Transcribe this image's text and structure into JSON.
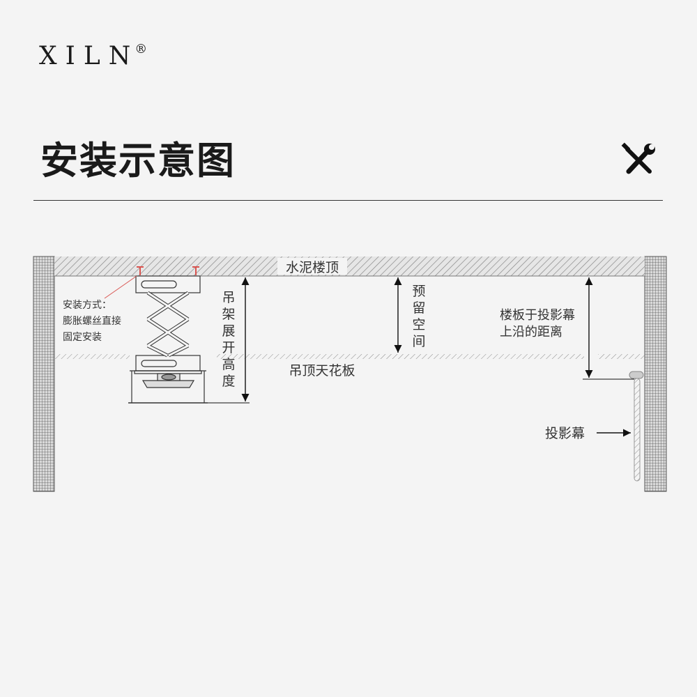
{
  "brand": {
    "name": "XILN",
    "mark": "®"
  },
  "header": {
    "title": "安装示意图"
  },
  "icons": {
    "tools": "tools-icon"
  },
  "diagram": {
    "concrete_ceiling": "水泥楼顶",
    "install_method_line1": "安装方式：",
    "install_method_line2": "膨胀螺丝直接",
    "install_method_line3": "固定安装",
    "lift_height": [
      "吊",
      "架",
      "展",
      "开",
      "高",
      "度"
    ],
    "reserved_space": [
      "预",
      "留",
      "空",
      "间"
    ],
    "suspended_ceiling": "吊顶天花板",
    "floor_to_screen_line1": "楼板于投影幕",
    "floor_to_screen_line2": "上沿的距离",
    "projection_screen": "投影幕"
  },
  "colors": {
    "background": "#f4f4f4",
    "line": "#222222",
    "anchor": "#d9534f"
  }
}
